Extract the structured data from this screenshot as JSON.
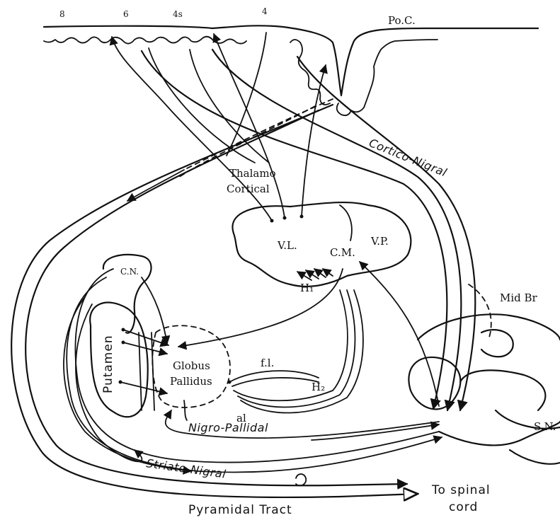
{
  "cortex_labels": {
    "area_8": "8",
    "area_6": "6",
    "area_4s": "4s",
    "area_4": "4",
    "postcentral": "Po.C."
  },
  "thalamus": {
    "thalamo_cortical_1": "Thalamo",
    "thalamo_cortical_2": "Cortical",
    "vl": "V.L.",
    "vp": "V.P.",
    "cm": "C.M.",
    "h1": "H₁"
  },
  "basal_ganglia": {
    "cn": "C.N.",
    "putamen": "Putamen",
    "globus_1": "Globus",
    "globus_2": "Pallidus",
    "fl": "f.l.",
    "h2": "H₂",
    "al": "al"
  },
  "midbrain": {
    "mid_brain": "Mid Br",
    "sn": "S.N."
  },
  "tracts": {
    "cortico_nigral": "Cortico-Nigral",
    "nigro_pallidal": "Nigro-Pallidal",
    "striato_nigral": "Striato-Nigral",
    "pyramidal": "Pyramidal Tract",
    "spinal_1": "To spinal",
    "spinal_2": "cord"
  }
}
